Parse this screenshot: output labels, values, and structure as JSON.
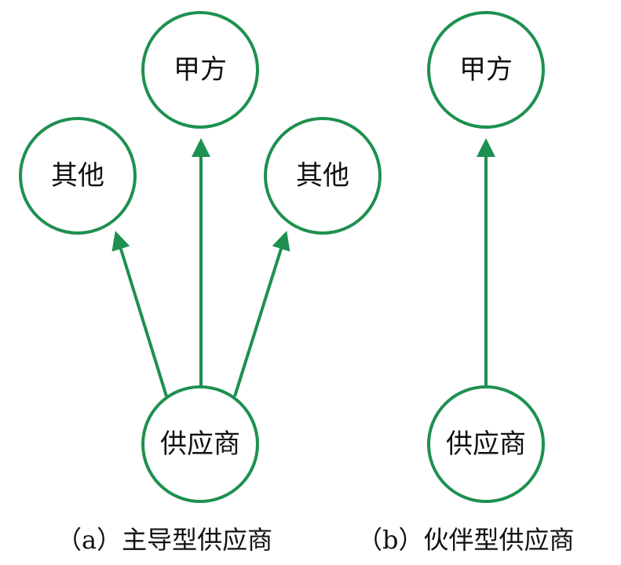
{
  "colors": {
    "stroke": "#1e9050",
    "text": "#111111"
  },
  "diagram_a": {
    "caption": "（a）主导型供应商",
    "nodes": {
      "party_a": {
        "label": "甲方"
      },
      "other_left": {
        "label": "其他"
      },
      "other_right": {
        "label": "其他"
      },
      "supplier": {
        "label": "供应商"
      }
    },
    "edges": [
      {
        "from": "supplier",
        "to": "party_a"
      },
      {
        "from": "supplier",
        "to": "other_left"
      },
      {
        "from": "supplier",
        "to": "other_right"
      }
    ]
  },
  "diagram_b": {
    "caption": "（b）伙伴型供应商",
    "nodes": {
      "party_a": {
        "label": "甲方"
      },
      "supplier": {
        "label": "供应商"
      }
    },
    "edges": [
      {
        "from": "supplier",
        "to": "party_a"
      }
    ]
  }
}
